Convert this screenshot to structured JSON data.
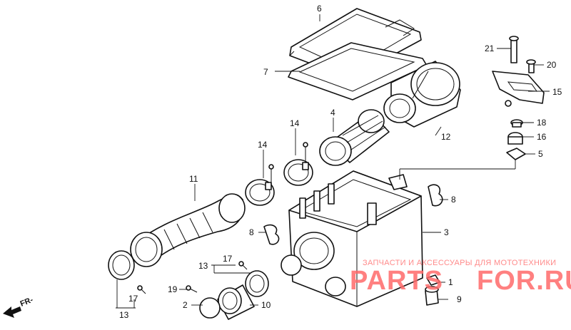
{
  "callouts": {
    "n1": "1",
    "n2": "2",
    "n3": "3",
    "n4": "4",
    "n5": "5",
    "n6": "6",
    "n7": "7",
    "n8a": "8",
    "n8b": "8",
    "n9": "9",
    "n10": "10",
    "n11": "11",
    "n12": "12",
    "n13a": "13",
    "n13b": "13",
    "n14a": "14",
    "n14b": "14",
    "n15": "15",
    "n16": "16",
    "n17a": "17",
    "n17b": "17",
    "n18": "18",
    "n19": "19",
    "n20": "20",
    "n21": "21"
  },
  "direction_marker": "FR-",
  "watermark": {
    "line1": "ЗАПЧАСТИ И АКСЕССУАРЫ ДЛЯ МОТОТЕХНИКИ",
    "logo_left": "PARTS",
    "logo_right": "FOR.RU"
  },
  "colors": {
    "ink": "#111111",
    "watermark": "#ff6b6b"
  }
}
